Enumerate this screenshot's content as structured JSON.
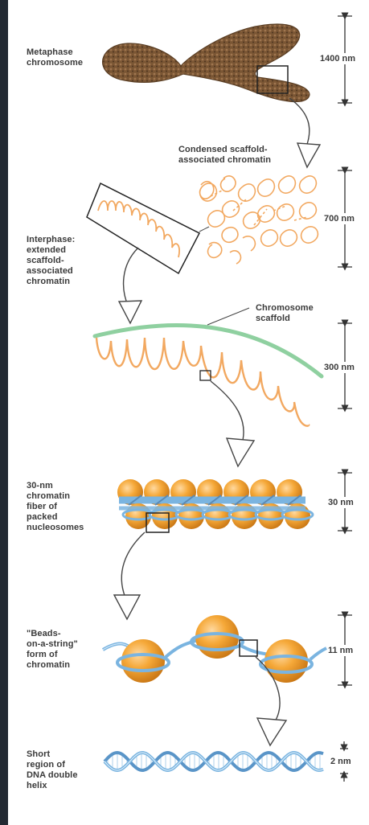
{
  "labels": {
    "metaphase": "Metaphase\nchromosome",
    "condensed": "Condensed scaffold-\nassociated chromatin",
    "interphase": "Interphase:\nextended\nscaffold-\nassociated\nchromatin",
    "scaffold": "Chromosome\nscaffold",
    "fiber": "30-nm\nchromatin\nfiber of\npacked\nnucleosomes",
    "beads": "\"Beads-\non-a-string\"\nform of\nchromatin",
    "helix": "Short\nregion of\nDNA double\nhelix"
  },
  "scales": {
    "s1400": "1400 nm",
    "s700": "700 nm",
    "s300": "300 nm",
    "s30": "30 nm",
    "s11": "11 nm",
    "s2": "2 nm"
  },
  "colors": {
    "chromosome": "#7a5a3a",
    "chromatin": "#f2a860",
    "scaffold": "#8fd0a0",
    "nucleosome": "#f0a030",
    "dna": "#7ab4e0",
    "sidebar": "#232a33"
  }
}
